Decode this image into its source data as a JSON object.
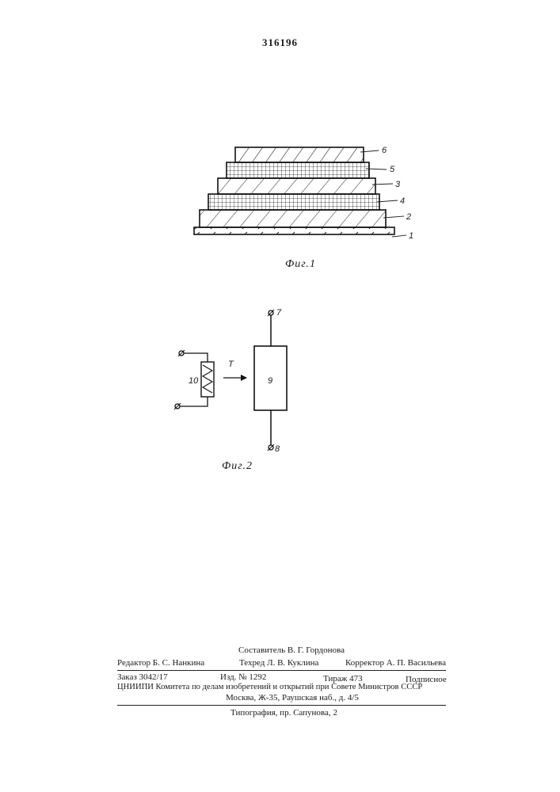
{
  "patent_number": "316196",
  "figure1": {
    "caption": "Фиг.1",
    "labels": [
      "6",
      "5",
      "3",
      "4",
      "2",
      "1"
    ]
  },
  "figure2": {
    "caption": "Фиг.2",
    "labels": {
      "terminal_top": "7",
      "terminal_bottom": "8",
      "element": "9",
      "heater": "10",
      "arrow": "T"
    }
  },
  "colophon": {
    "compiler": "Составитель В. Г. Гордонова",
    "editor": "Редактор Б. С. Нанкина",
    "techred": "Техред Л. В. Куклина",
    "corrector": "Корректор А. П. Васильева",
    "order": "Заказ 3042/17",
    "edition": "Изд. № 1292",
    "circulation": "Тираж 473",
    "subscription": "Подписное",
    "institute": "ЦНИИПИ Комитета по делам изобретений и открытий при Совете Министров СССР",
    "address": "Москва, Ж-35, Раушская наб., д. 4/5",
    "printing": "Типография, пр. Сапунова, 2"
  }
}
